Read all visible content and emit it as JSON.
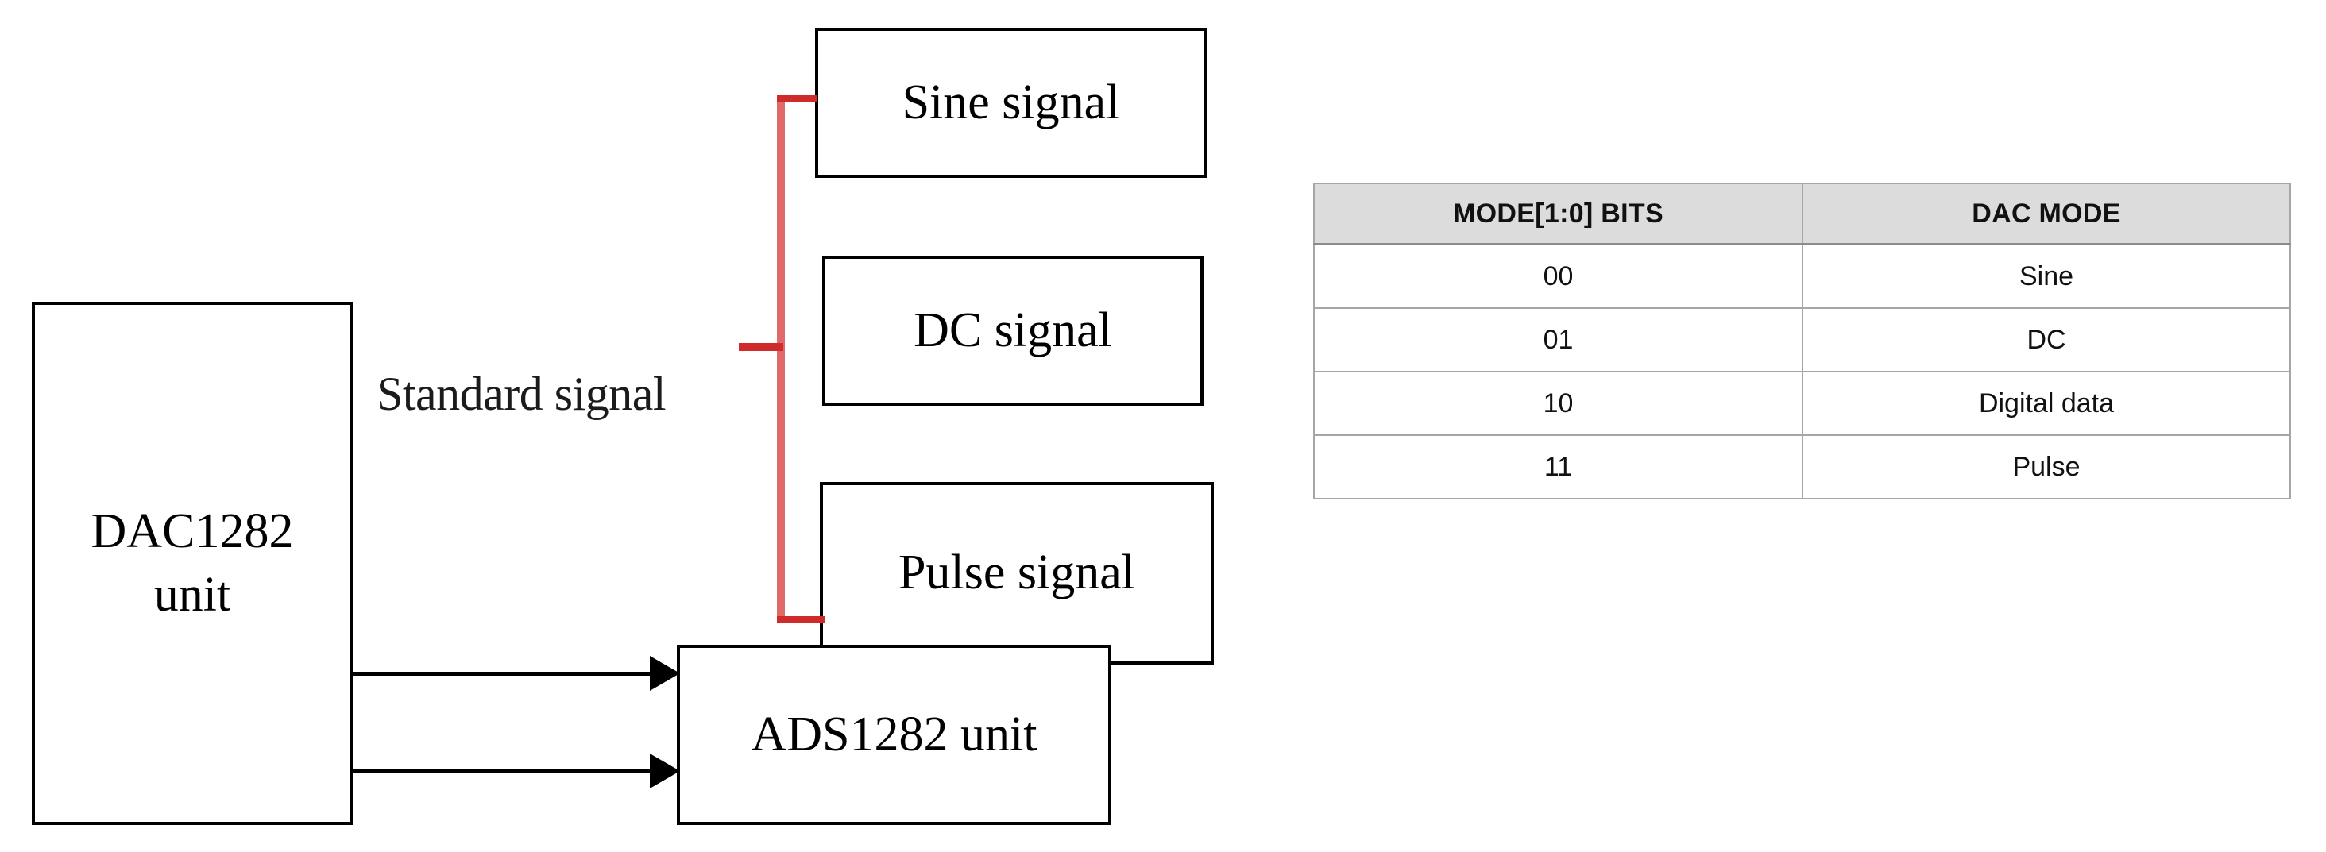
{
  "diagram": {
    "blocks": [
      {
        "id": "dac",
        "label": "DAC1282\nunit",
        "name": "dac1282-unit-box"
      },
      {
        "id": "sine",
        "label": "Sine signal",
        "name": "sine-signal-box"
      },
      {
        "id": "dc",
        "label": "DC signal",
        "name": "dc-signal-box"
      },
      {
        "id": "pulse",
        "label": "Pulse signal",
        "name": "pulse-signal-box"
      },
      {
        "id": "ads",
        "label": "ADS1282 unit",
        "name": "ads1282-unit-box"
      }
    ],
    "labels": {
      "dac_line1": "DAC1282",
      "dac_line2": "unit",
      "sine": "Sine signal",
      "dc": "DC signal",
      "pulse": "Pulse signal",
      "ads": "ADS1282 unit",
      "standard_signal": "Standard signal"
    },
    "colors": {
      "bracket_red": "#cf2b2b",
      "bracket_red_light": "#e06a6a",
      "box_border": "#000000",
      "arrow": "#000000",
      "background": "#ffffff"
    }
  },
  "table": {
    "columns": [
      "MODE[1:0] BITS",
      "DAC MODE"
    ],
    "rows": [
      {
        "bits": "00",
        "mode": "Sine"
      },
      {
        "bits": "01",
        "mode": "DC"
      },
      {
        "bits": "10",
        "mode": "Digital data"
      },
      {
        "bits": "11",
        "mode": "Pulse"
      }
    ],
    "colors": {
      "header_bg": "#dcdcdc",
      "grid": "#a6a6a6",
      "text": "#111111"
    }
  }
}
